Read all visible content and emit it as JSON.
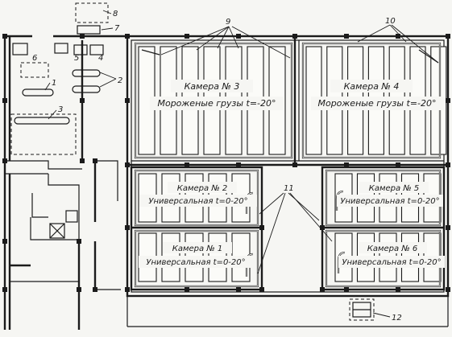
{
  "chambers": [
    {
      "id": "3",
      "name": "Камера № 3",
      "desc": "Мороженые грузы t=-20°"
    },
    {
      "id": "4",
      "name": "Камера № 4",
      "desc": "Мороженые грузы t=-20°"
    },
    {
      "id": "2",
      "name": "Камера № 2",
      "desc": "Универсальная t=0-20°"
    },
    {
      "id": "5",
      "name": "Камера № 5",
      "desc": "Универсальная t=0-20°"
    },
    {
      "id": "1",
      "name": "Камера № 1",
      "desc": "Универсальная t=0-20°"
    },
    {
      "id": "6",
      "name": "Камера № 6",
      "desc": "Универсальная t=0-20°"
    }
  ],
  "callouts": [
    "1",
    "2",
    "3",
    "4",
    "5",
    "6",
    "7",
    "8",
    "9",
    "10",
    "11",
    "12"
  ]
}
